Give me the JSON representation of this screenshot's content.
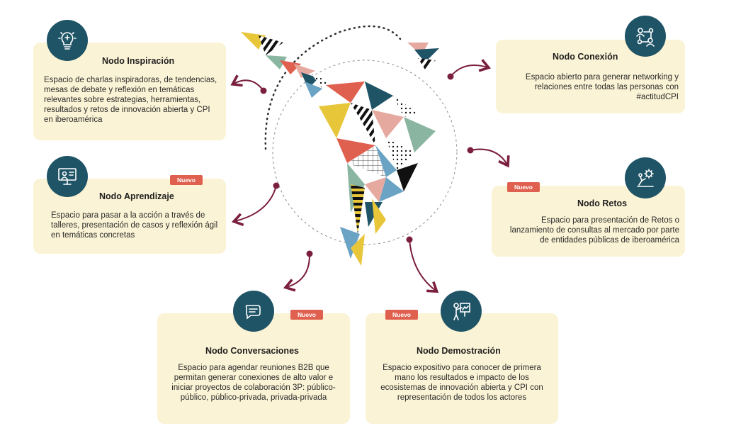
{
  "badge_label": "Nuevo",
  "colors": {
    "card_bg": "#fbf3d5",
    "icon_bg": "#1f5466",
    "badge": "#e0604f",
    "arrow": "#7a1f3d"
  },
  "nodes": {
    "inspiracion": {
      "title": "Nodo Inspiración",
      "description": "Espacio de charlas inspiradoras, de tendencias, mesas de debate y reflexión en temáticas relevantes sobre estrategias, herramientas, resultados y retos de innovación abierta y CPI en iberoamérica",
      "icon": "lightbulb-icon"
    },
    "aprendizaje": {
      "title": "Nodo Aprendizaje",
      "description": "Espacio para pasar a la acción a través de talleres, presentación de casos y reflexión ágil en temáticas concretas",
      "icon": "presenter-screen-icon"
    },
    "conversaciones": {
      "title": "Nodo Conversaciones",
      "description": "Espacio para agendar reuniones B2B que permitan generar conexiones de alto valor e iniciar proyectos de colaboración 3P: público-público, público-privada, privada-privada",
      "icon": "chat-bubble-icon"
    },
    "demostracion": {
      "title": "Nodo Demostración",
      "description": "Espacio expositivo para conocer de primera mano los resultados e impacto de los ecosistemas de innovación abierta y CPI con representación de todos los actores",
      "icon": "whiteboard-presenter-icon"
    },
    "retos": {
      "title": "Nodo Retos",
      "description": "Espacio para presentación de Retos o lanzamiento de consultas al mercado por parte de entidades públicas de iberoamérica",
      "icon": "climber-gear-icon"
    },
    "conexion": {
      "title": "Nodo Conexión",
      "description": "Espacio abierto para generar networking y relaciones entre todas las personas con #actitudCPI",
      "icon": "network-people-icon"
    }
  }
}
